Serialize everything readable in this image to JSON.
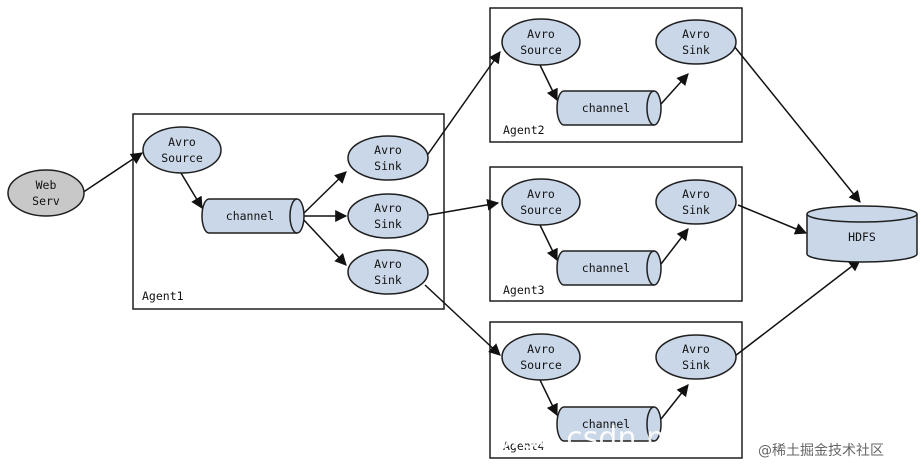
{
  "colors": {
    "node_fill": "#c9d7e8",
    "node_stroke": "#1f1f1f",
    "web_fill": "#c8c8c8",
    "agent_border": "#1f1f1f",
    "arrow": "#111111"
  },
  "web_server": {
    "line1": "Web",
    "line2": "Serv"
  },
  "agent1": {
    "label": "Agent1",
    "source": {
      "line1": "Avro",
      "line2": "Source"
    },
    "channel": "channel",
    "sink1": {
      "line1": "Avro",
      "line2": "Sink"
    },
    "sink2": {
      "line1": "Avro",
      "line2": "Sink"
    },
    "sink3": {
      "line1": "Avro",
      "line2": "Sink"
    }
  },
  "agent2": {
    "label": "Agent2",
    "source": {
      "line1": "Avro",
      "line2": "Source"
    },
    "channel": "channel",
    "sink": {
      "line1": "Avro",
      "line2": "Sink"
    }
  },
  "agent3": {
    "label": "Agent3",
    "source": {
      "line1": "Avro",
      "line2": "Source"
    },
    "channel": "channel",
    "sink": {
      "line1": "Avro",
      "line2": "Sink"
    }
  },
  "agent4": {
    "label": "Agent4",
    "source": {
      "line1": "Avro",
      "line2": "Source"
    },
    "channel": "channel",
    "sink": {
      "line1": "Avro",
      "line2": "Sink"
    }
  },
  "hdfs": {
    "label": "HDFS"
  },
  "watermark": {
    "url_text": "blog.csdn.net",
    "cn_text": "@稀土掘金技术社区"
  }
}
